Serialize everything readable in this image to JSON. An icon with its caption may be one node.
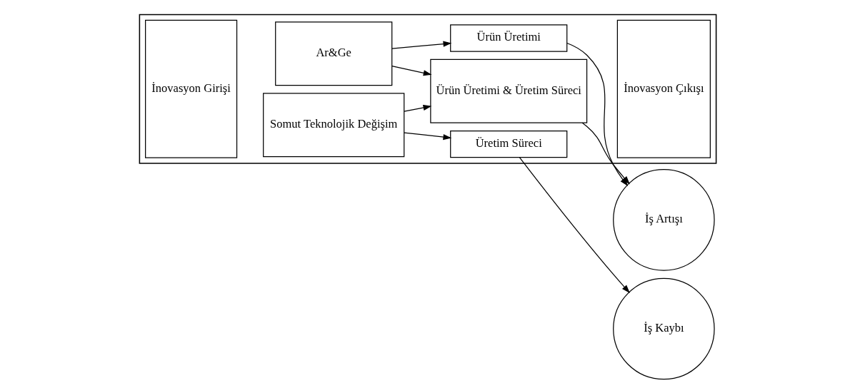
{
  "diagram": {
    "nodes": [
      {
        "text": [],
        "shape": "box"
      },
      {
        "text": [
          "İnovasyon Girişi"
        ],
        "in": 0
      },
      {
        "text": [
          "Ar&Ge"
        ],
        "in": 0
      },
      {
        "text": [
          "Somut Teknolojik Değişim"
        ],
        "in": 0
      },
      {
        "text": [
          "Ürün Üretimi"
        ],
        "in": 0
      },
      {
        "text": [
          "Ürün Üretimi & Üretim Süreci"
        ],
        "in": 0
      },
      {
        "text": [
          "Üretim Süreci"
        ],
        "in": 0
      },
      {
        "text": [
          "İnovasyon Çıkışı"
        ],
        "in": 0
      },
      {
        "text": [
          "İş Artışı"
        ]
      },
      {
        "text": [
          "İş Kaybı"
        ]
      }
    ],
    "edges": [
      {
        "from": 2,
        "to": 4,
        "arrow": "to"
      },
      {
        "from": 2,
        "to": 5,
        "arrow": "to"
      },
      {
        "from": 3,
        "to": 5,
        "arrow": "to"
      },
      {
        "from": 3,
        "to": 6,
        "arrow": "to"
      },
      {
        "from": 4,
        "to": 8,
        "arrow": "to"
      },
      {
        "from": 5,
        "to": 8,
        "arrow": "to"
      },
      {
        "from": 6,
        "to": 9,
        "arrow": "to"
      }
    ]
  }
}
